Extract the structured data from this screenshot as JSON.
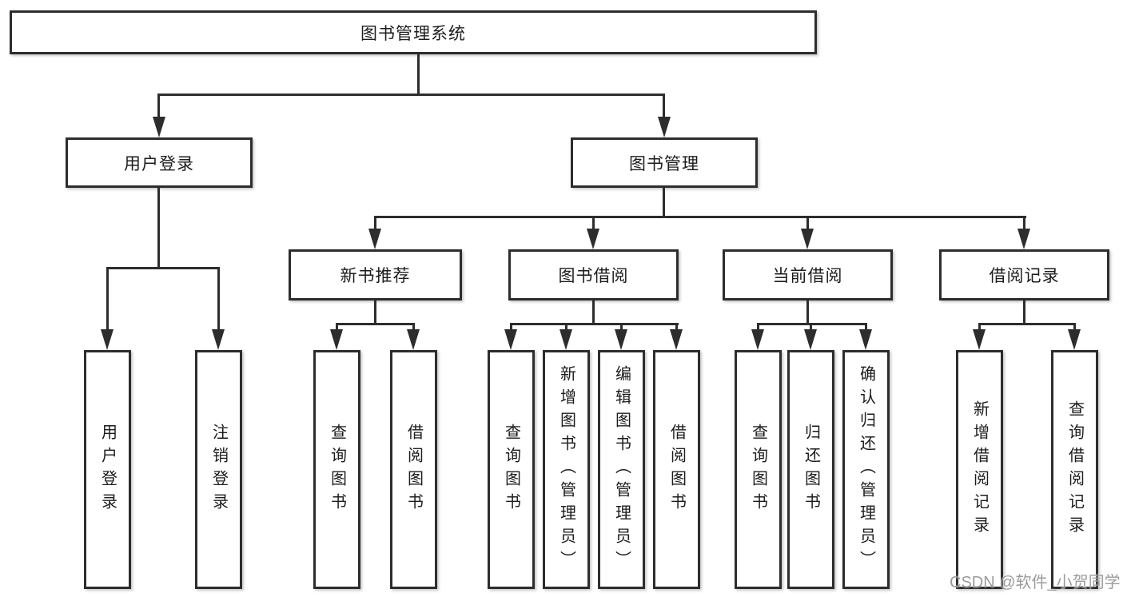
{
  "tree": {
    "label": "图书管理系统",
    "children": [
      {
        "label": "用户登录",
        "children": [
          {
            "label": "用户登录"
          },
          {
            "label": "注销登录"
          }
        ]
      },
      {
        "label": "图书管理",
        "children": [
          {
            "label": "新书推荐",
            "children": [
              {
                "label": "查询图书"
              },
              {
                "label": "借阅图书"
              }
            ]
          },
          {
            "label": "图书借阅",
            "children": [
              {
                "label": "查询图书"
              },
              {
                "label": "新增图书（管理员）"
              },
              {
                "label": "编辑图书（管理员）"
              },
              {
                "label": "借阅图书"
              }
            ]
          },
          {
            "label": "当前借阅",
            "children": [
              {
                "label": "查询图书"
              },
              {
                "label": "归还图书"
              },
              {
                "label": "确认归还（管理员）"
              }
            ]
          },
          {
            "label": "借阅记录",
            "children": [
              {
                "label": "新增借阅记录"
              },
              {
                "label": "查询借阅记录"
              }
            ]
          }
        ]
      }
    ]
  },
  "watermark": {
    "text": "CSDN @软件_小贺同学"
  },
  "colors": {
    "line": "#2d2d2d",
    "box_border": "#2d2d2d",
    "box_fill": "#ffffff",
    "text": "#1c1c1c",
    "watermark": "#949494",
    "background": "#ffffff"
  }
}
